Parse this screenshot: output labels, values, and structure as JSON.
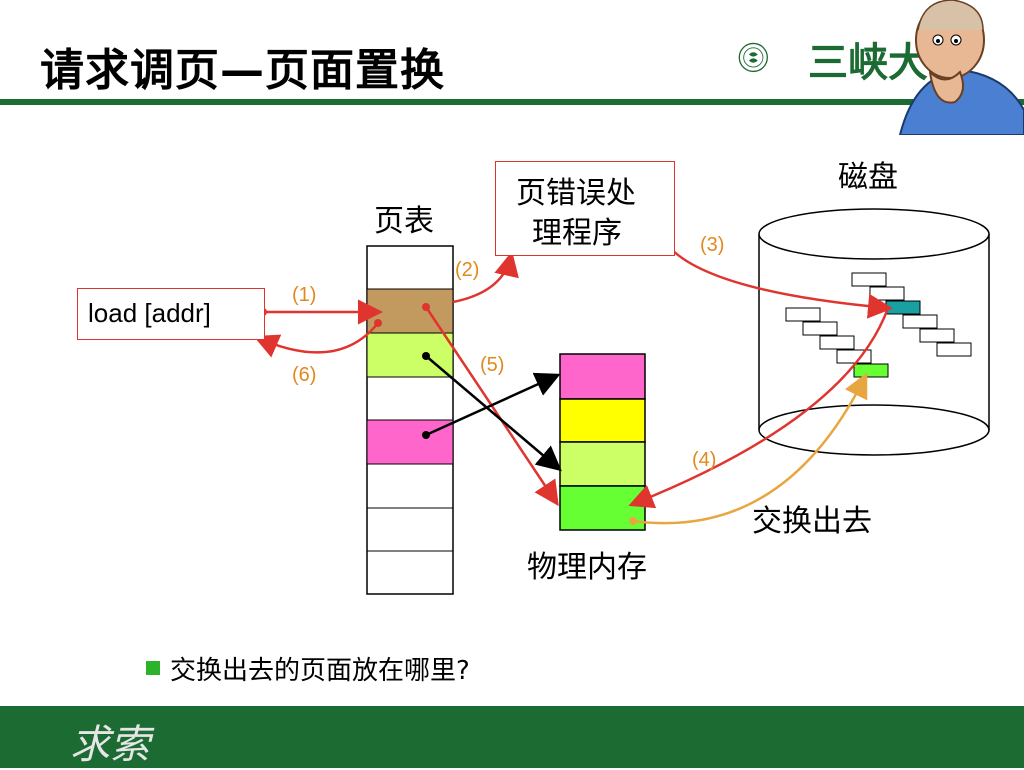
{
  "slide": {
    "title": "请求调页—页面置换",
    "university": "三峡大",
    "motto": "求索",
    "bullet": "交换出去的页面放在哪里?"
  },
  "diagram": {
    "instruction": "load [addr]",
    "page_table_label": "页表",
    "handler_label_line1": "页错误处",
    "handler_label_line2": "理程序",
    "disk_label": "磁盘",
    "memory_label": "物理内存",
    "swap_out_label": "交换出去",
    "steps": [
      "(1)",
      "(2)",
      "(3)",
      "(4)",
      "(5)",
      "(6)"
    ]
  },
  "colors": {
    "brand_green": "#1c6b33",
    "arrow_red": "#e0342f",
    "arrow_orange": "#e8a640",
    "step_label": "#e08a1e"
  }
}
